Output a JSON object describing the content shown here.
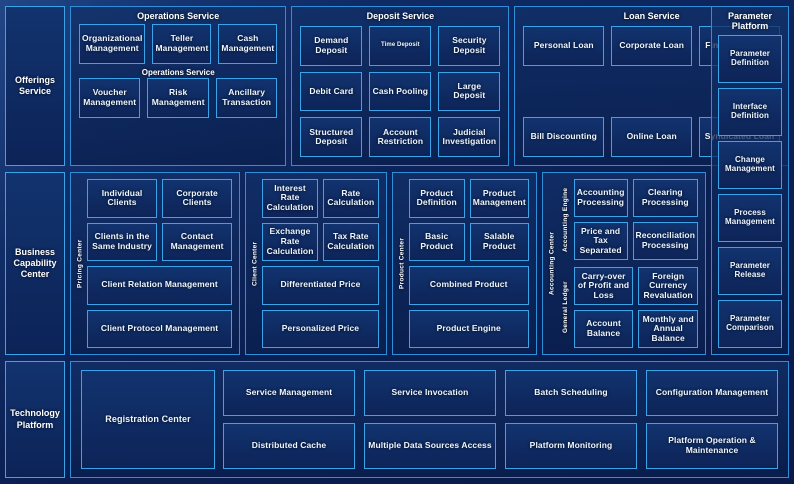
{
  "layers": {
    "offerings": "Offerings Service",
    "business": "Business Capability Center",
    "technology": "Technology Platform"
  },
  "offerings_service": {
    "operations": {
      "title": "Operations Service",
      "mid_title": "Operations Service",
      "items": [
        "Organizational Management",
        "Teller Management",
        "Cash Management",
        "Voucher Management",
        "Risk Management",
        "Ancillary Transaction"
      ]
    },
    "deposit": {
      "title": "Deposit Service",
      "items": [
        "Demand Deposit",
        "Time Deposit",
        "Security Deposit",
        "Debit Card",
        "Cash Pooling",
        "Large Deposit",
        "Structured Deposit",
        "Account Restriction",
        "Judicial Investigation"
      ]
    },
    "loan": {
      "title": "Loan Service",
      "items": [
        "Personal Loan",
        "Corporate Loan",
        "Financing Credit",
        "Bill Discounting",
        "Online Loan",
        "Syndicated Loan"
      ]
    }
  },
  "parameter_platform": {
    "title": "Parameter Platform",
    "items": [
      "Parameter Definition",
      "Interface Definition",
      "Change Management",
      "Process Management",
      "Parameter Release",
      "Parameter Comparison"
    ]
  },
  "business_capability": {
    "client_center": {
      "vlabel": "Pricing Center",
      "items": [
        "Individual Clients",
        "Corporate Clients",
        "Clients in the Same Industry",
        "Contact Management",
        "Client Relation Management",
        "Client Protocol Management"
      ]
    },
    "pricing_center": {
      "vlabel": "Client Center",
      "items": [
        "Interest Rate Calculation",
        "Rate Calculation",
        "Exchange Rate Calculation",
        "Tax Rate Calculation",
        "Differentiated Price",
        "Personalized Price"
      ]
    },
    "product_center": {
      "vlabel": "Product Center",
      "items": [
        "Product Definition",
        "Product Management",
        "Basic Product",
        "Salable Product",
        "Combined Product",
        "Product Engine"
      ]
    },
    "accounting_center": {
      "vlabel": "Accounting Center",
      "engine": {
        "vlabel": "Accounting Engine",
        "items": [
          "Accounting Processing",
          "Clearing Processing",
          "Price and Tax Separated",
          "Reconciliation Processing"
        ]
      },
      "ledger": {
        "vlabel": "General Ledger",
        "items": [
          "Carry-over of Profit and Loss",
          "Foreign Currency Revaluation",
          "Account Balance",
          "Monthly and Annual Balance"
        ]
      }
    }
  },
  "technology_platform": {
    "registration": "Registration Center",
    "items": [
      "Service Management",
      "Service Invocation",
      "Batch Scheduling",
      "Configuration Management",
      "Distributed Cache",
      "Multiple Data Sources Access",
      "Platform Monitoring",
      "Platform Operation & Maintenance"
    ]
  },
  "colors": {
    "background": "#0a1f52",
    "border": "#3ba3e8",
    "panel_border": "#2e8fd8",
    "box_fill": "#12336f",
    "text": "#eef6ff"
  }
}
